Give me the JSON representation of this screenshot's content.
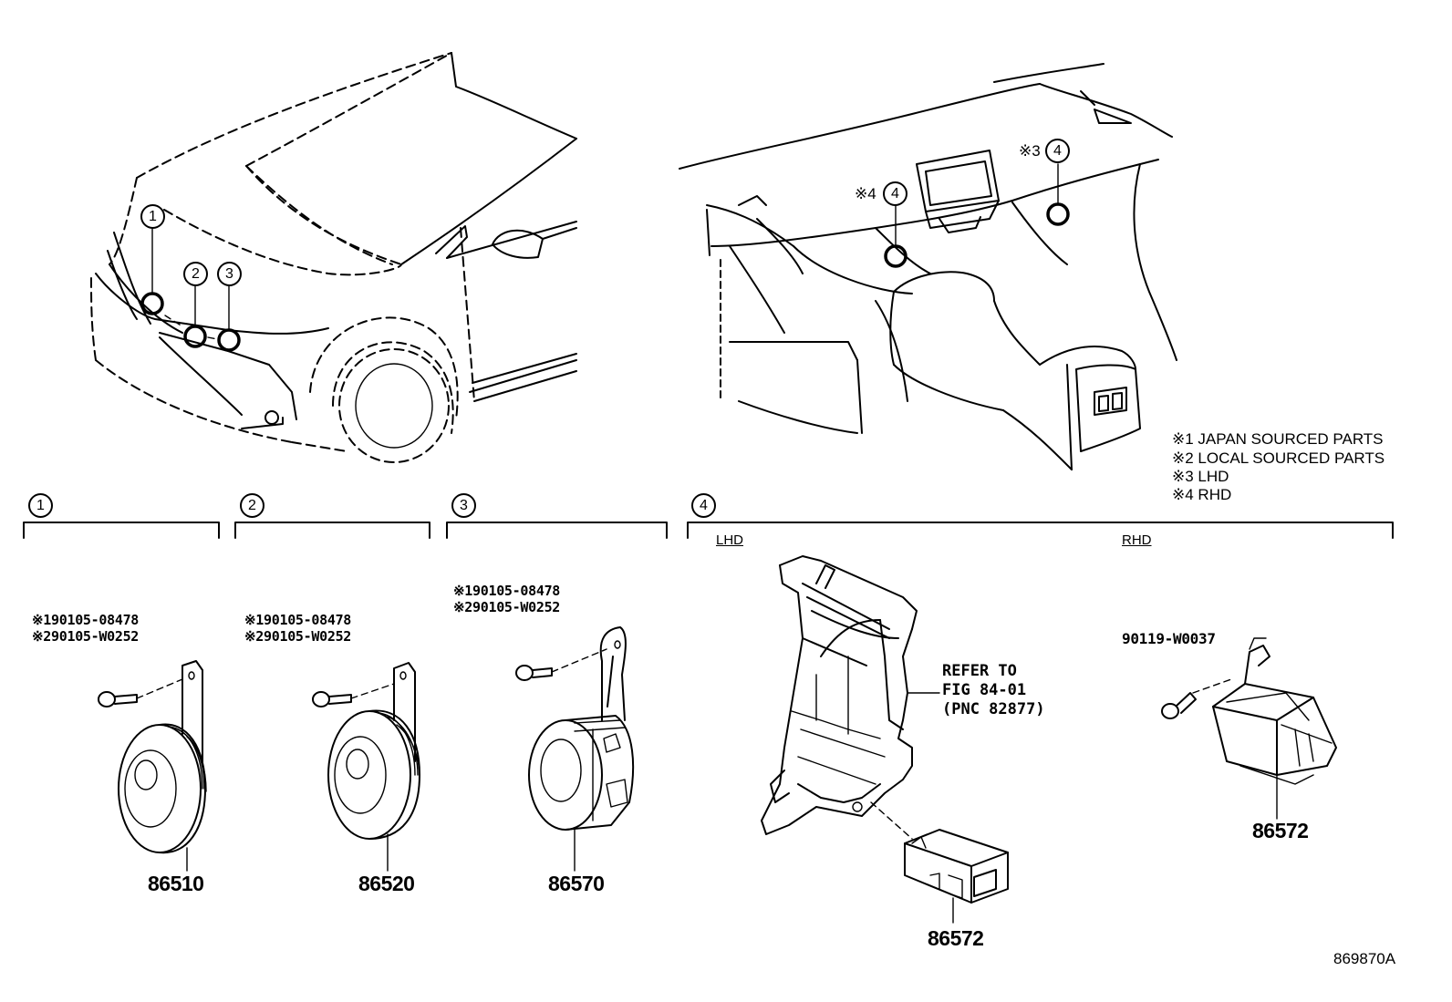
{
  "callouts": [
    "1",
    "2",
    "3",
    "4"
  ],
  "sections": [
    {
      "num": "1",
      "bolt": [
        "※190105-08478",
        "※290105-W0252"
      ],
      "part": "86510"
    },
    {
      "num": "2",
      "bolt": [
        "※190105-08478",
        "※290105-W0252"
      ],
      "part": "86520"
    },
    {
      "num": "3",
      "bolt": [
        "※190105-08478",
        "※290105-W0252"
      ],
      "part": "86570"
    },
    {
      "num": "4",
      "lhd_label": "LHD",
      "rhd_label": "RHD",
      "refer": [
        "REFER TO",
        "FIG 84-01",
        "(PNC 82877)"
      ],
      "lhd_part": "86572",
      "rhd_bolt": "90119-W0037",
      "rhd_part": "86572"
    }
  ],
  "interior_marks": {
    "left": "※4",
    "right": "※3"
  },
  "notes": [
    "※1 JAPAN SOURCED PARTS",
    "※2 LOCAL SOURCED PARTS",
    "※3 LHD",
    "※4 RHD"
  ],
  "figure_id": "869870A"
}
